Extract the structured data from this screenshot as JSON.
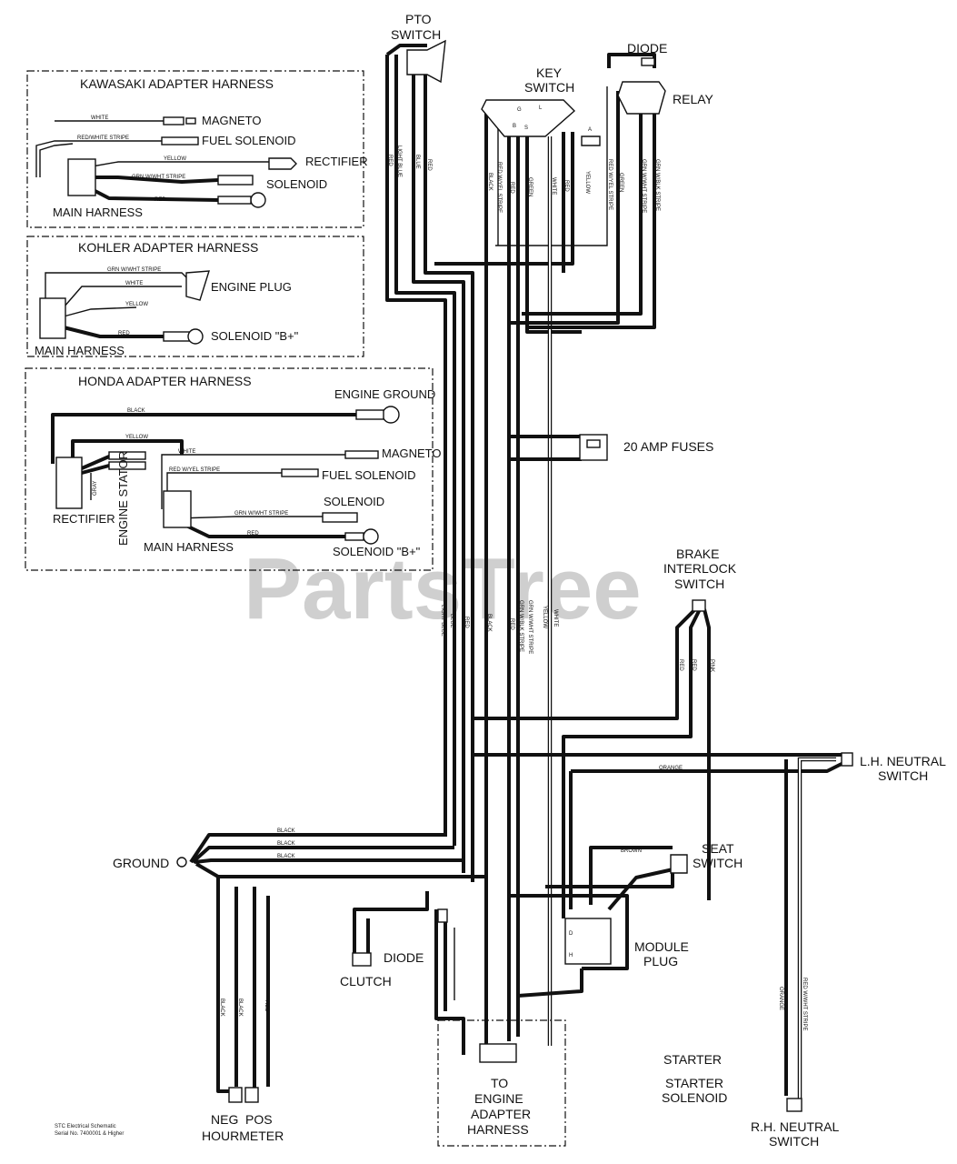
{
  "watermark": "PartsTree",
  "adapters": {
    "kawasaki": {
      "title": "KAWASAKI ADAPTER HARNESS",
      "magneto": "MAGNETO",
      "fuel_solenoid": "FUEL SOLENOID",
      "rectifier": "RECTIFIER",
      "solenoid": "SOLENOID",
      "main_harness": "MAIN HARNESS",
      "w_white": "WHITE",
      "w_red_white": "RED/WHITE STRIPE",
      "w_yellow": "YELLOW",
      "w_grn_white": "GRN W/WHT STRIPE",
      "w_red": "RED"
    },
    "kohler": {
      "title": "KOHLER ADAPTER HARNESS",
      "engine_plug": "ENGINE PLUG",
      "solenoid_b": "SOLENOID \"B+\"",
      "main_harness": "MAIN HARNESS",
      "w_grn_white": "GRN W/WHT STRIPE",
      "w_white": "WHITE",
      "w_yellow": "YELLOW",
      "w_red": "RED"
    },
    "honda": {
      "title": "HONDA ADAPTER HARNESS",
      "engine_ground": "ENGINE GROUND",
      "magneto": "MAGNETO",
      "fuel_solenoid": "FUEL SOLENOID",
      "solenoid": "SOLENOID",
      "solenoid_b": "SOLENOID \"B+\"",
      "rectifier": "RECTIFIER",
      "engine_stator": "ENGINE STATOR",
      "main_harness": "MAIN HARNESS",
      "w_black": "BLACK",
      "w_yellow": "YELLOW",
      "w_white": "WHITE",
      "w_red_yel": "RED W/YEL STRIPE",
      "w_grn_white": "GRN W/WHT STRIPE",
      "w_red": "RED",
      "w_gray": "GRAY"
    }
  },
  "components": {
    "pto_switch_1": "PTO",
    "pto_switch_2": "SWITCH",
    "key_switch_1": "KEY",
    "key_switch_2": "SWITCH",
    "diode_top": "DIODE",
    "relay": "RELAY",
    "fuses": "20 AMP FUSES",
    "brake_1": "BRAKE",
    "brake_2": "INTERLOCK",
    "brake_3": "SWITCH",
    "lh_neutral_1": "L.H. NEUTRAL",
    "lh_neutral_2": "SWITCH",
    "seat_1": "SEAT",
    "seat_2": "SWITCH",
    "ground": "GROUND",
    "module_1": "MODULE",
    "module_2": "PLUG",
    "diode_bottom": "DIODE",
    "clutch": "CLUTCH",
    "starter": "STARTER",
    "starter_sol_1": "STARTER",
    "starter_sol_2": "SOLENOID",
    "rh_neutral_1": "R.H. NEUTRAL",
    "rh_neutral_2": "SWITCH",
    "neg": "NEG",
    "pos": "POS",
    "hourmeter": "HOURMETER",
    "to_engine_1": "TO",
    "to_engine_2": "ENGINE",
    "to_engine_3": "ADAPTER",
    "to_engine_4": "HARNESS"
  },
  "wire_labels": {
    "pto_red": "RED",
    "pto_lblue": "LIGHT BLUE",
    "pto_blue": "BLUE",
    "pto_red2": "RED",
    "key_black": "BLACK",
    "key_redyel": "RED W/YEL STRIPE",
    "key_red": "RED",
    "key_green": "GREEN",
    "key_white": "WHITE",
    "key_red2": "RED",
    "key_yellow": "YELLOW",
    "relay_redyel": "RED W/YEL STRIPE",
    "relay_green": "GREEN",
    "relay_grnwht": "GRN W/WHT STRIPE",
    "relay_grnblk": "GRN W/BLK STRIPE",
    "mid_lblue": "LIGHT BLUE",
    "mid_blue": "BLUE",
    "mid_red": "RED",
    "mid_black": "BLACK",
    "mid_red2": "RED",
    "mid_grnblk": "GRN W/BLK STRIPE",
    "mid_grnwht": "GRN W/WHT STRIPE",
    "mid_yellow": "YELLOW",
    "mid_white": "WHITE",
    "brake_red": "RED",
    "brake_red2": "RED",
    "brake_pink": "PINK",
    "orange": "ORANGE",
    "ground_black1": "BLACK",
    "ground_black2": "BLACK",
    "ground_black3": "BLACK",
    "seat_brown": "BROWN",
    "hm_black": "BLACK",
    "hm_black2": "BLACK",
    "hm_red": "RED",
    "rh_orange": "ORANGE",
    "rh_redwht": "RED W/WHT STRIPE",
    "module_d": "D",
    "module_h": "H",
    "key_g": "G",
    "key_b": "B",
    "key_l": "L",
    "key_s": "S",
    "key_a": "A"
  },
  "footer": {
    "line1": "STC Electrical Schematic",
    "line2": "Serial No. 7400001 & Higher"
  }
}
